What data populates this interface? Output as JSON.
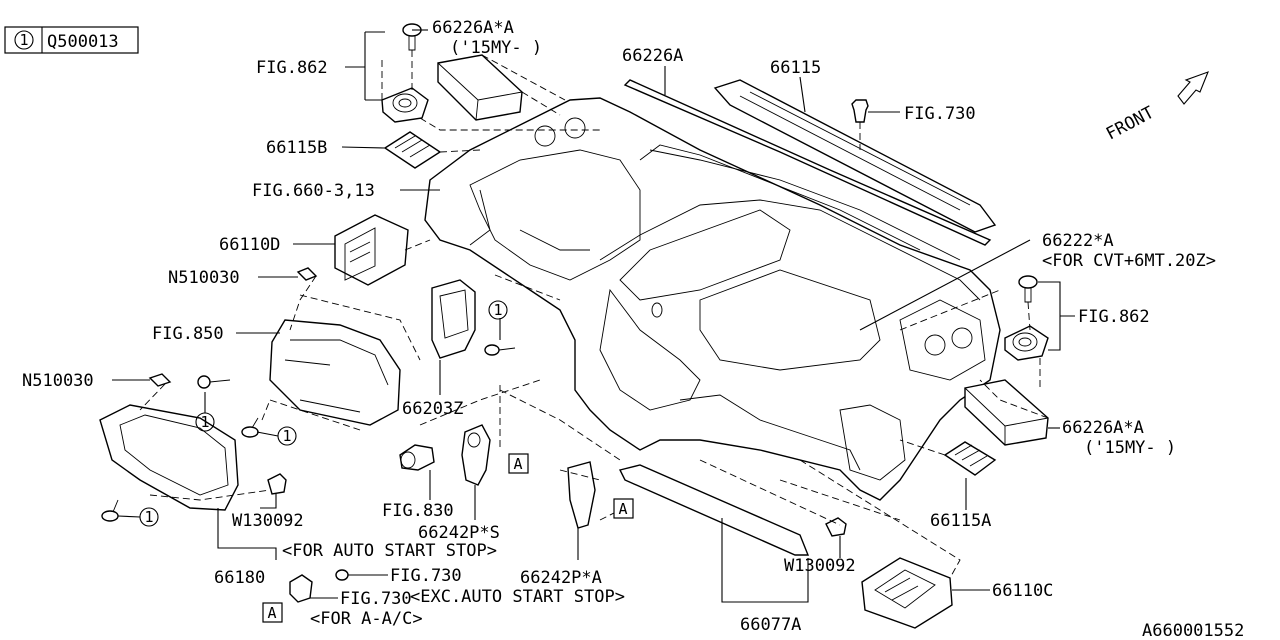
{
  "legend": {
    "circle": "1",
    "code": "Q500013"
  },
  "labels": {
    "fig862_top": "FIG.862",
    "p66226AA_top": "66226A*A",
    "p15my_top": "('15MY- )",
    "p66226A": "66226A",
    "p66115": "66115",
    "fig730_top": "FIG.730",
    "front": "FRONT",
    "p66115B": "66115B",
    "fig660": "FIG.660-3,13",
    "p66110D": "66110D",
    "n510030_a": "N510030",
    "fig850": "FIG.850",
    "n510030_b": "N510030",
    "p66203Z": "66203Z",
    "p66222A": "66222*A",
    "for_cvt": "<FOR CVT+6MT.20Z>",
    "fig862_right": "FIG.862",
    "p66226AA_right": "66226A*A",
    "p15my_right": "('15MY- )",
    "p66115A": "66115A",
    "w130092_a": "W130092",
    "for_auto": "<FOR AUTO START STOP>",
    "p66180": "66180",
    "fig730_a": "FIG.730",
    "fig730_b": "FIG.730",
    "for_aac": "<FOR A-A/C>",
    "fig830": "FIG.830",
    "p66242PS": "66242P*S",
    "p66242PA": "66242P*A",
    "exc_auto": "<EXC.AUTO START STOP>",
    "w130092_b": "W130092",
    "p66110C": "66110C",
    "p66077A": "66077A",
    "ref_code": "A660001552"
  },
  "callouts": {
    "ref1": "1",
    "boxA": "A"
  }
}
